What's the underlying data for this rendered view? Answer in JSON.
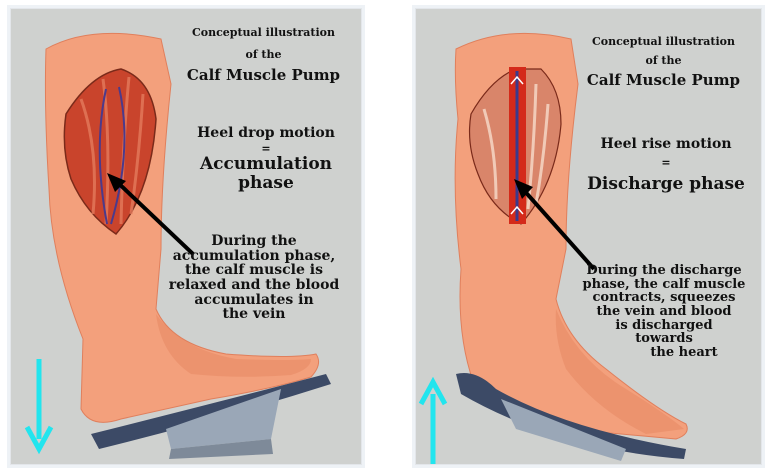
{
  "left_panel": {
    "concept_line1": "Conceptual illustration",
    "concept_line2": "of the",
    "title": "Calf Muscle Pump",
    "motion": "Heel drop motion",
    "equals": "=",
    "phase_line1": "Accumulation",
    "phase_line2": "phase",
    "description": [
      "During the",
      "accumulation phase,",
      "the calf muscle is",
      "relaxed and the blood",
      "accumulates in",
      "the vein"
    ],
    "arrow_direction": "down",
    "arrow_color": "#22e5ee"
  },
  "right_panel": {
    "concept_line1": "Conceptual illustration",
    "concept_line2": "of the",
    "title": "Calf Muscle Pump",
    "motion": "Heel rise motion",
    "equals": "=",
    "phase": "Discharge phase",
    "description": [
      "During the discharge",
      "phase, the calf muscle",
      "contracts, squeezes",
      "the vein and blood",
      "is discharged",
      "towards",
      "the heart"
    ],
    "arrow_direction": "up",
    "arrow_color": "#22e5ee"
  },
  "colors": {
    "background": "#cfd1cf",
    "skin": "#f3a07c",
    "muscle": "#c9442c",
    "platform": "#3c4a66"
  }
}
